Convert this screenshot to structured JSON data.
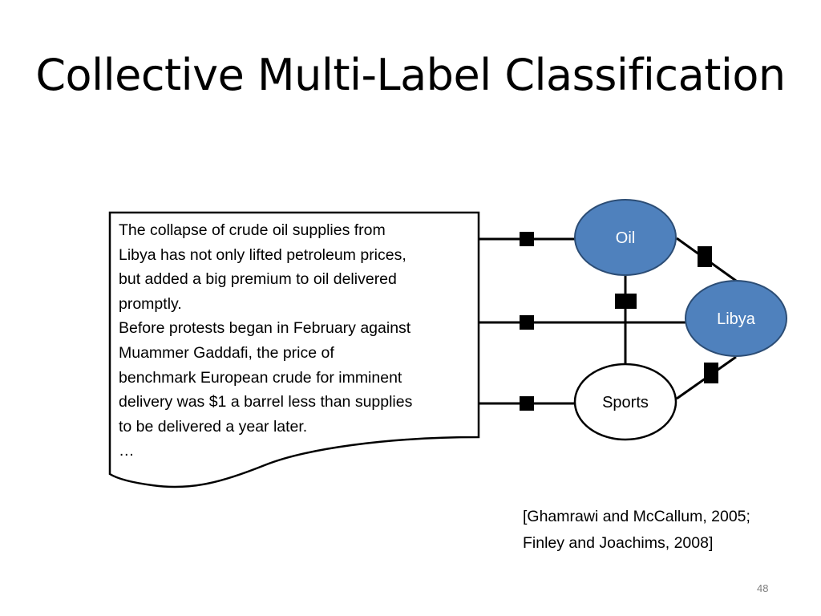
{
  "slide": {
    "title": "Collective Multi-Label Classification",
    "page_number": "48"
  },
  "document": {
    "lines": [
      "The collapse of crude oil supplies from",
      "Libya has not only lifted petroleum prices,",
      "but added a big premium to oil delivered",
      "promptly.",
      "Before protests began in February against",
      "Muammer Gaddafi, the price of",
      "benchmark European crude for imminent",
      "delivery was $1 a barrel less than supplies",
      "to be delivered a year later.",
      "…"
    ]
  },
  "nodes": {
    "oil": {
      "label": "Oil",
      "fill": "#4f81bd",
      "text_color": "#ffffff"
    },
    "libya": {
      "label": "Libya",
      "fill": "#4f81bd",
      "text_color": "#ffffff"
    },
    "sports": {
      "label": "Sports",
      "fill": "#ffffff",
      "text_color": "#000000"
    }
  },
  "citation": {
    "line1": "[Ghamrawi and McCallum, 2005;",
    "line2": "Finley and Joachims, 2008]"
  },
  "colors": {
    "node_blue": "#4f81bd",
    "node_outline_blue": "#2c4d75",
    "edge": "#000000",
    "factor": "#000000"
  }
}
